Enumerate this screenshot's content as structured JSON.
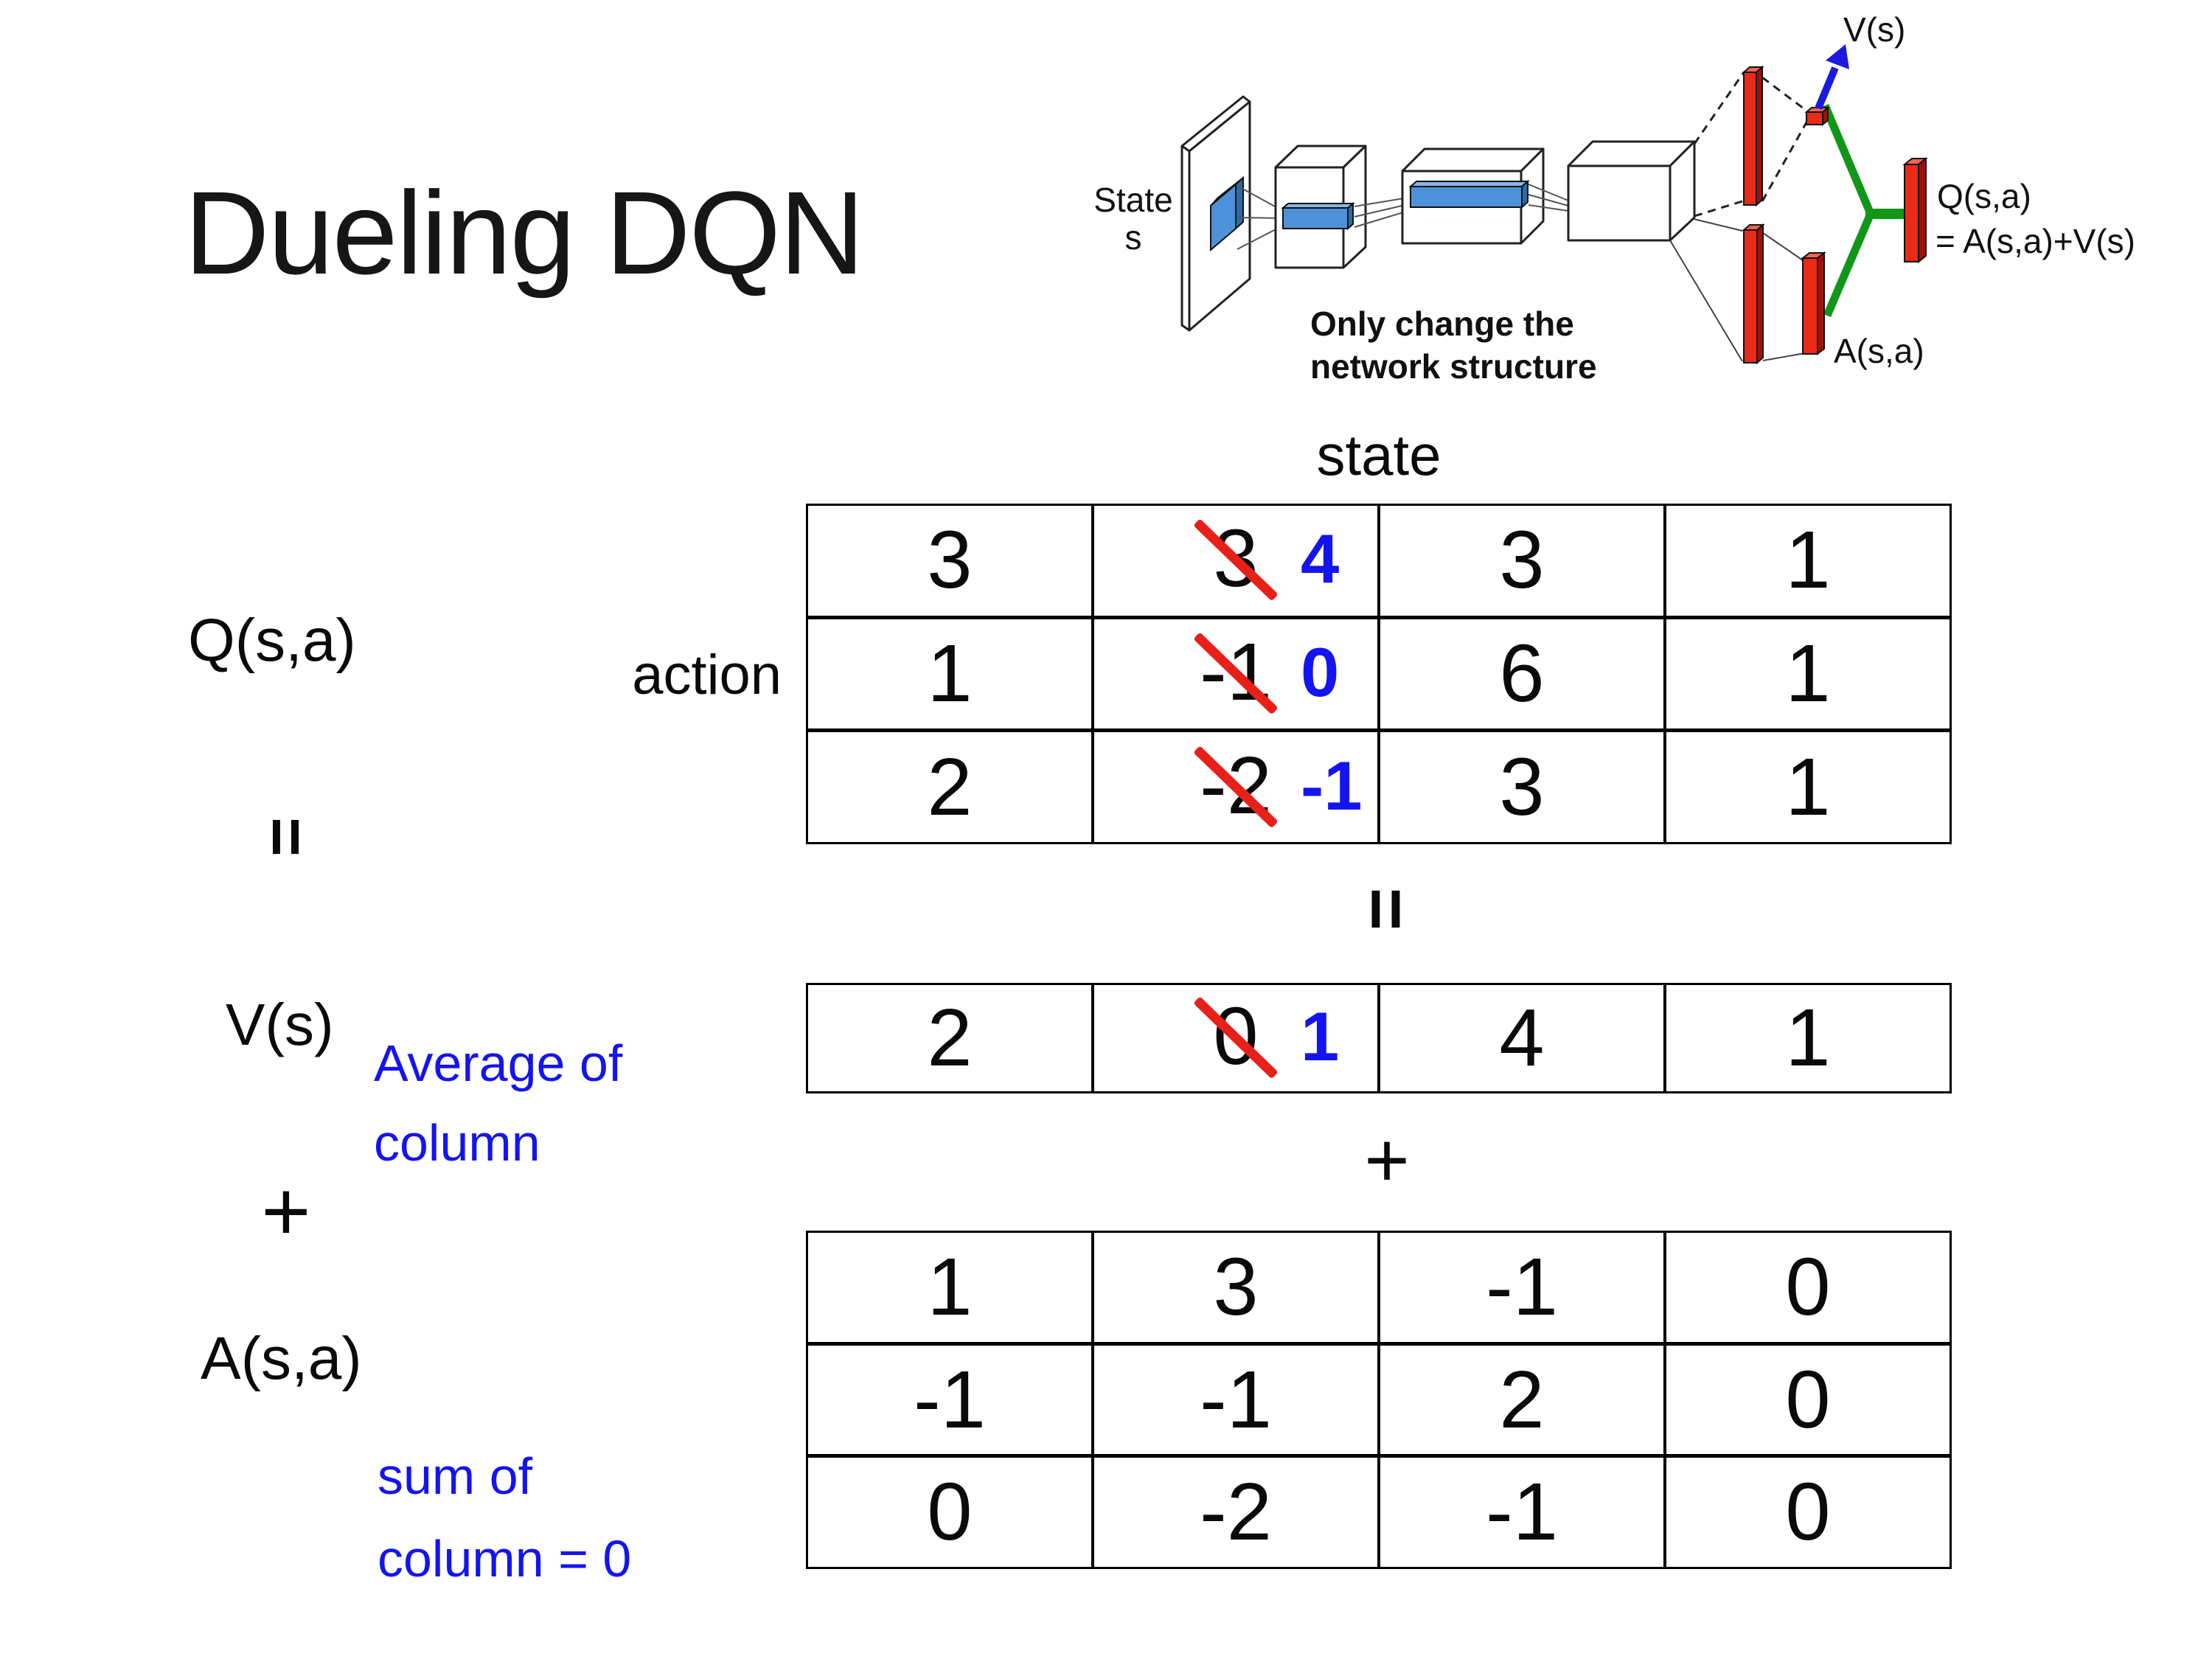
{
  "title": "Dueling DQN",
  "diagram": {
    "state_label": {
      "line1": "State",
      "line2": "s"
    },
    "v_output_label": "V(s)",
    "q_output_label_line1": "Q(s,a)",
    "q_output_label_line2": "= A(s,a)+V(s)",
    "a_output_label": "A(s,a)",
    "note_line1": "Only change the",
    "note_line2": "network structure"
  },
  "equation": {
    "q_label": "Q(s,a)",
    "equals_sign": "=",
    "v_label": "V(s)",
    "plus_sign": "+",
    "a_label": "A(s,a)",
    "avg_note_line1": "Average of",
    "avg_note_line2": "column",
    "sum_note_line1": "sum of",
    "sum_note_line2": "column = 0"
  },
  "matrix": {
    "state_header": "state",
    "action_header": "action",
    "q_table": {
      "rows": [
        [
          {
            "v": "3"
          },
          {
            "old": "3",
            "new": "4"
          },
          {
            "v": "3"
          },
          {
            "v": "1"
          }
        ],
        [
          {
            "v": "1"
          },
          {
            "old": "-1",
            "new": "0"
          },
          {
            "v": "6"
          },
          {
            "v": "1"
          }
        ],
        [
          {
            "v": "2"
          },
          {
            "old": "-2",
            "new": "-1"
          },
          {
            "v": "3"
          },
          {
            "v": "1"
          }
        ]
      ]
    },
    "v_table": {
      "rows": [
        [
          {
            "v": "2"
          },
          {
            "old": "0",
            "new": "1"
          },
          {
            "v": "4"
          },
          {
            "v": "1"
          }
        ]
      ]
    },
    "a_table": {
      "rows": [
        [
          {
            "v": "1"
          },
          {
            "v": "3"
          },
          {
            "v": "-1"
          },
          {
            "v": "0"
          }
        ],
        [
          {
            "v": "-1"
          },
          {
            "v": "-1"
          },
          {
            "v": "2"
          },
          {
            "v": "0"
          }
        ],
        [
          {
            "v": "0"
          },
          {
            "v": "-2"
          },
          {
            "v": "-1"
          },
          {
            "v": "0"
          }
        ]
      ]
    }
  },
  "colors": {
    "highlight_blue": "#1414f0",
    "strike_red": "#e8201a",
    "bar_red": "#ea2a17",
    "link_green": "#129618",
    "layer_blue": "#4d92d8"
  }
}
